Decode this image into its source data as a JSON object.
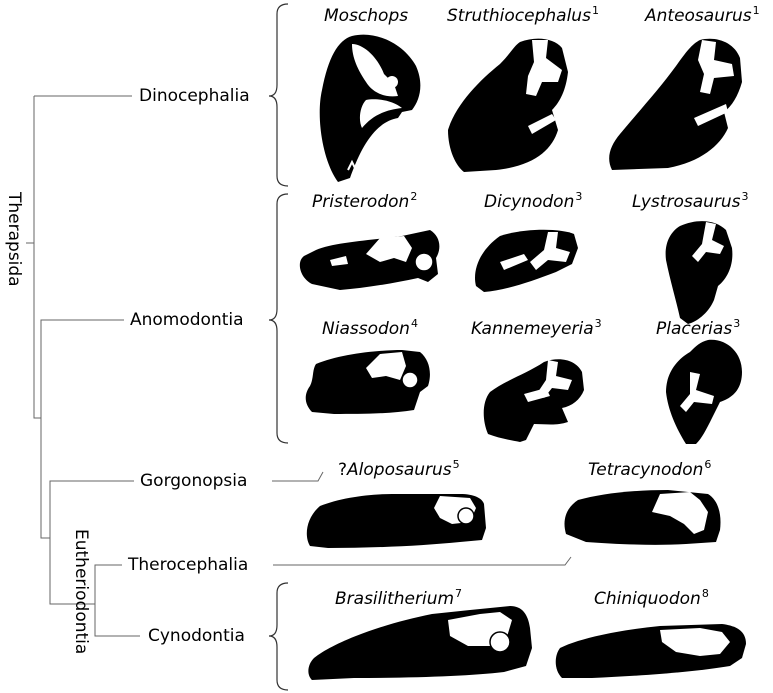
{
  "clades": {
    "therapsida": "Therapsida",
    "dinocephalia": "Dinocephalia",
    "anomodontia": "Anomodontia",
    "gorgonopsia": "Gorgonopsia",
    "eutheriodontia": "Eutheriodontia",
    "therocephalia": "Therocephalia",
    "cynodontia": "Cynodontia"
  },
  "species": {
    "moschops": {
      "name": "Moschops",
      "ref": ""
    },
    "struthiocephalus": {
      "name": "Struthiocephalus",
      "ref": "1"
    },
    "anteosaurus": {
      "name": "Anteosaurus",
      "ref": "1"
    },
    "pristerodon": {
      "name": "Pristerodon",
      "ref": "2"
    },
    "dicynodon": {
      "name": "Dicynodon",
      "ref": "3"
    },
    "lystrosaurus": {
      "name": "Lystrosaurus",
      "ref": "3"
    },
    "niassodon": {
      "name": "Niassodon",
      "ref": "4"
    },
    "kannemeyeria": {
      "name": "Kannemeyeria",
      "ref": "3"
    },
    "placerias": {
      "name": "Placerias",
      "ref": "3"
    },
    "aloposaurus": {
      "prefix": "?",
      "name": "Aloposaurus",
      "ref": "5"
    },
    "tetracynodon": {
      "name": "Tetracynodon",
      "ref": "6"
    },
    "brasilitherium": {
      "name": "Brasilitherium",
      "ref": "7"
    },
    "chiniquodon": {
      "name": "Chiniquodon",
      "ref": "8"
    }
  },
  "colors": {
    "silhouette": "#000000",
    "bone_opening": "#ffffff",
    "line": "#555555"
  }
}
